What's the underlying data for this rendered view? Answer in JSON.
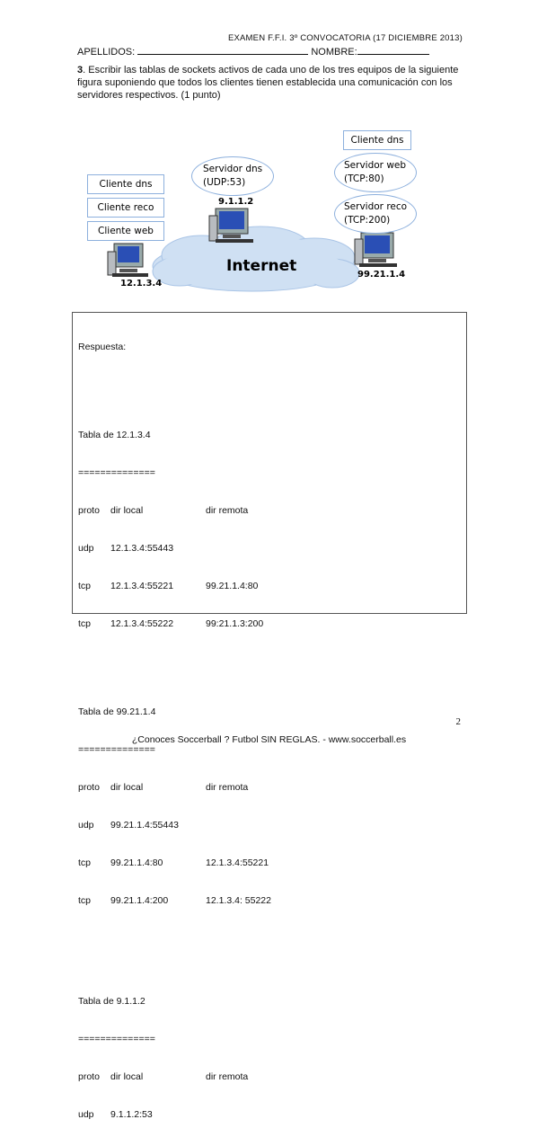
{
  "header": {
    "exam": "EXAMEN F.F.I. 3º CONVOCATORIA (17 DICIEMBRE 2013)",
    "apellidos_label": "APELLIDOS:",
    "nombre_label": "NOMBRE:"
  },
  "question": {
    "number": "3",
    "text": ". Escribir las tablas de sockets activos de cada uno de los tres equipos de la siguiente figura suponiendo que todos los clientes tienen establecida una comunicación con los servidores respectivos. (1 punto)"
  },
  "diagram": {
    "left_boxes": [
      "Cliente dns",
      "Cliente reco",
      "Cliente  web"
    ],
    "left_ip": "12.1.3.4",
    "center_server_line1": "Servidor dns",
    "center_server_line2": "(UDP:53)",
    "center_ip": "9.1.1.2",
    "cloud_label": "Internet",
    "right_box": "Cliente dns",
    "right_web_line1": "Servidor web",
    "right_web_line2": "(TCP:80)",
    "right_reco_line1": "Servidor reco",
    "right_reco_line2": "(TCP:200)",
    "right_ip": "99.21.1.4"
  },
  "answer": {
    "label": "Respuesta:",
    "separator": "==============",
    "tables": [
      {
        "title": "Tabla de 12.1.3.4",
        "header": [
          "proto",
          "dir local",
          "dir remota"
        ],
        "rows": [
          [
            "udp",
            "12.1.3.4:55443",
            ""
          ],
          [
            "tcp",
            "12.1.3.4:55221",
            "99.21.1.4:80"
          ],
          [
            "tcp",
            "12.1.3.4:55222",
            "99:21.1.3:200"
          ]
        ]
      },
      {
        "title": "Tabla de 99.21.1.4",
        "header": [
          "proto",
          "dir local",
          "dir remota"
        ],
        "rows": [
          [
            "udp",
            "99.21.1.4:55443",
            ""
          ],
          [
            "tcp",
            "99.21.1.4:80",
            "12.1.3.4:55221"
          ],
          [
            "tcp",
            "99.21.1.4:200",
            "12.1.3.4: 55222"
          ]
        ]
      },
      {
        "title": "Tabla de 9.1.1.2",
        "header": [
          "proto",
          "dir local",
          "dir remota"
        ],
        "rows": [
          [
            "udp",
            "9.1.1.2:53",
            ""
          ]
        ]
      }
    ]
  },
  "page_number": "2",
  "footer": "¿Conoces Soccerball ? Futbol SIN REGLAS. - www.soccerball.es",
  "colors": {
    "box_border": "#8db0dd",
    "cloud_fill": "#cfe0f3",
    "cloud_stroke": "#a9c4e6",
    "monitor_screen": "#2a4fb5"
  }
}
